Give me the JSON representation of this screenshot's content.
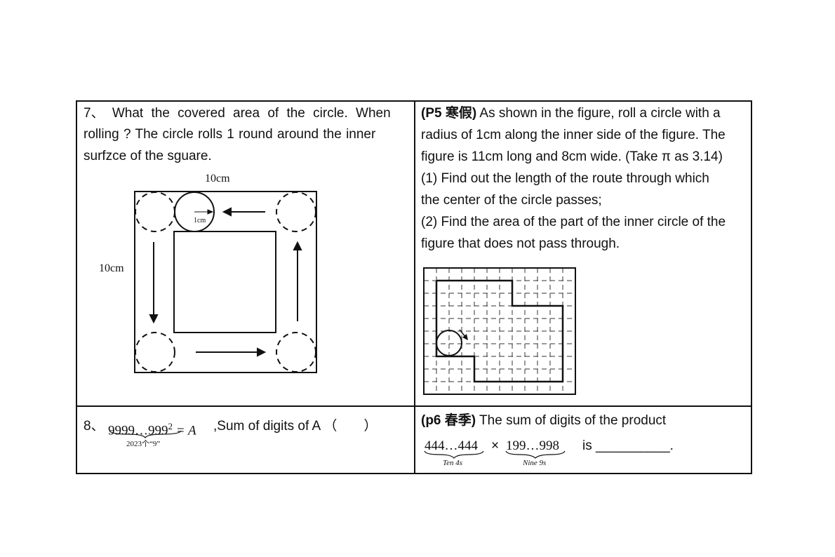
{
  "q7": {
    "line1": "7、 What the covered area of the circle. When",
    "line2": "rolling ? The circle rolls 1 round around the inner",
    "line3": "surfzce of the sguare.",
    "fig_top": "10cm",
    "fig_left": "10cm",
    "fig_radius": "1cm"
  },
  "p5": {
    "tag": "(P5 寒假)",
    "line1": " As shown in the figure, roll a circle with a",
    "line2": "radius of 1cm along the inner side of the figure. The",
    "line3": "figure is 11cm long and 8cm wide. (Take π as 3.14)",
    "line4": "(1) Find out the length of the route through which",
    "line5": "the center of the circle passes;",
    "line6": "(2) Find the area of the part of the inner circle of the",
    "line7": "figure that does not pass through."
  },
  "q8": {
    "prefix": "8、",
    "expr": "9999…999",
    "exponent": "2",
    "equals": " = A",
    "suffix": " ,Sum of digits of A （　　）",
    "under": "2023个“9”"
  },
  "p6": {
    "tag": "(p6 春季)",
    "text": " The sum of digits of the product",
    "factor1": "444…444",
    "times": "×",
    "factor2": "199…998",
    "is": "is __________.",
    "under1": "Ten 4s",
    "under2": "Nine 9s"
  }
}
